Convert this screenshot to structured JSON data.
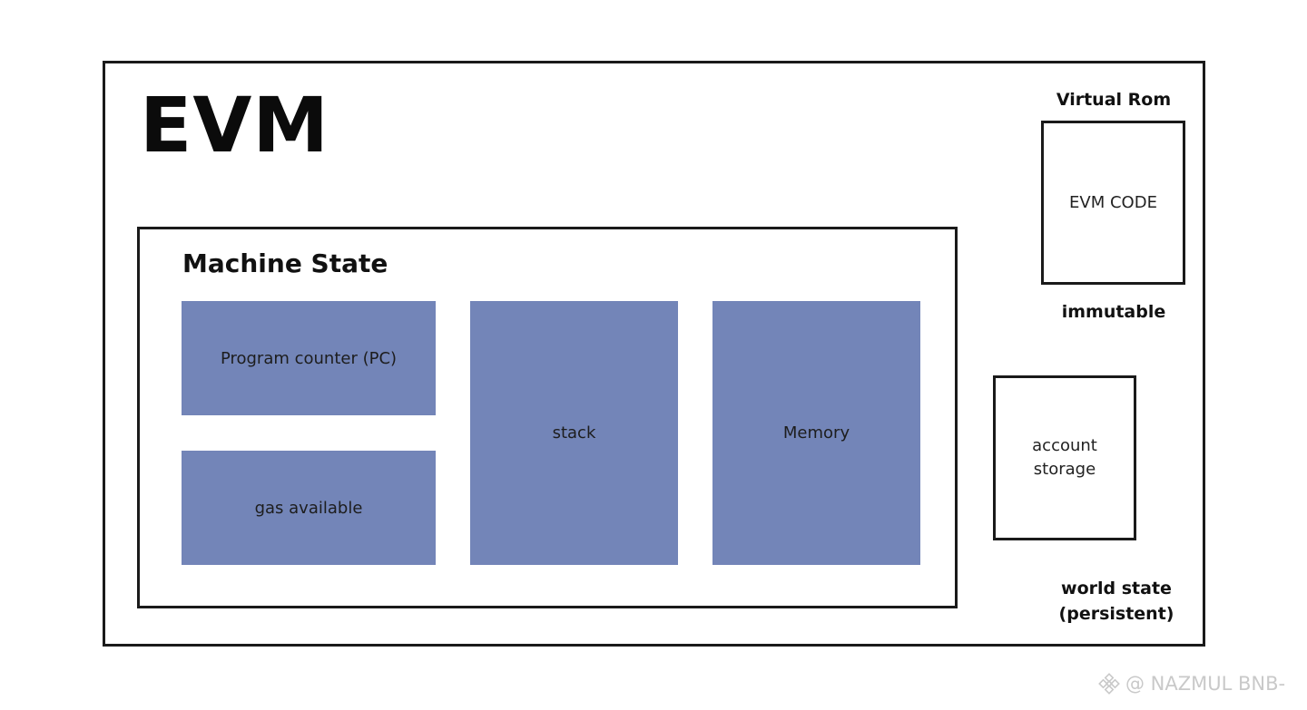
{
  "diagram": {
    "title": "EVM",
    "machine_state": {
      "title": "Machine State",
      "blocks": {
        "program_counter": "Program counter (PC)",
        "gas_available": "gas available",
        "stack": "stack",
        "memory": "Memory"
      }
    },
    "virtual_rom": {
      "label": "Virtual Rom",
      "box_label": "EVM CODE",
      "note": "immutable"
    },
    "world_state": {
      "box_line1": "account",
      "box_line2": "storage",
      "label_line1": "world state",
      "label_line2": "(persistent)"
    }
  },
  "colors": {
    "block_fill": "#7385b8",
    "border": "#1a1a1a"
  },
  "watermark": {
    "text": "@ NAZMUL BNB-",
    "icon": "binance-logo-icon"
  }
}
